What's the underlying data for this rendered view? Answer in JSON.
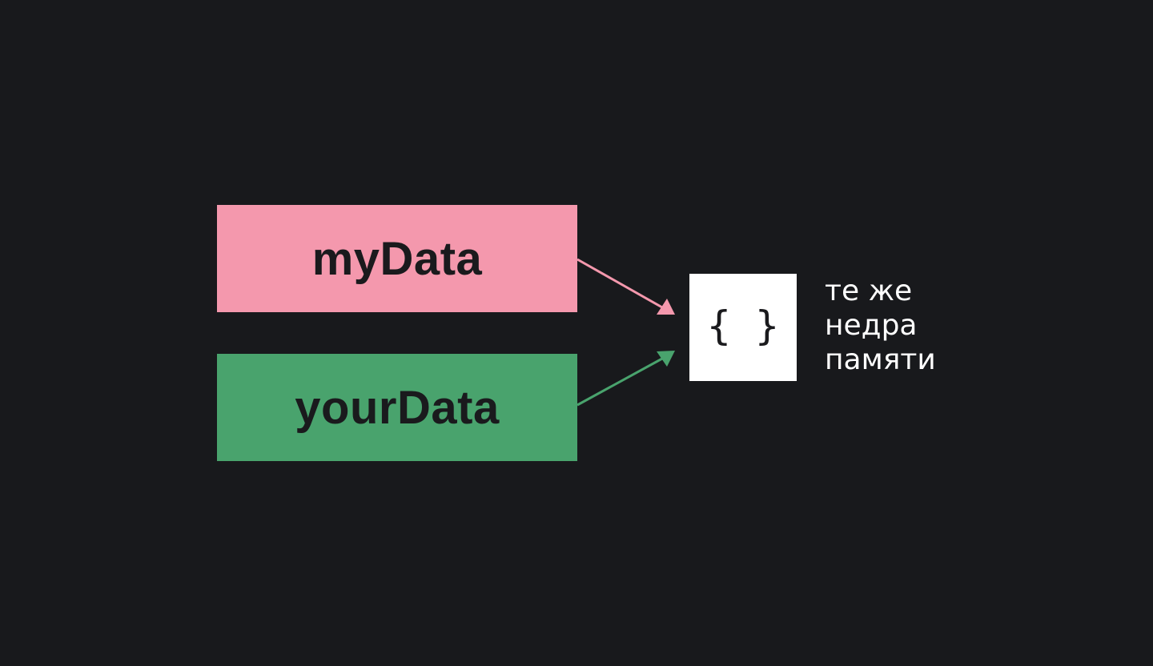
{
  "diagram": {
    "variables": [
      {
        "id": "my",
        "label": "myData",
        "color": "#f498ad"
      },
      {
        "id": "your",
        "label": "yourData",
        "color": "#49a36d"
      }
    ],
    "object": {
      "label": "{ }",
      "color": "#ffffff"
    },
    "memory_label": {
      "lines": [
        "те же",
        "недра",
        "памяти"
      ],
      "color": "#ffffff"
    },
    "background": "#18191c"
  }
}
